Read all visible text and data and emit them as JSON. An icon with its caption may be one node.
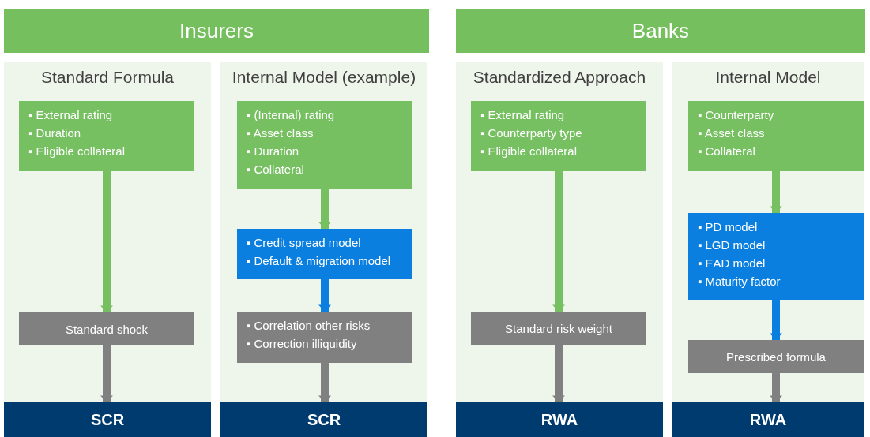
{
  "diagram": {
    "nodes": [
      {
        "text": [
          "Insurers"
        ]
      },
      {
        "text": [
          "Banks"
        ]
      },
      {
        "text": [
          "Standard Formula"
        ]
      },
      {
        "text": [
          "▪ External rating",
          "▪ Duration",
          "▪ Eligible collateral"
        ],
        "in": 2
      },
      {
        "text": [
          "Standard shock"
        ],
        "in": 2
      },
      {
        "text": [
          "SCR"
        ]
      },
      {
        "text": [
          "Internal Model (example)"
        ]
      },
      {
        "text": [
          "▪ (Internal) rating",
          "▪ Asset class",
          "▪ Duration",
          "▪ Collateral"
        ],
        "in": 6
      },
      {
        "text": [
          "▪ Credit spread model",
          "▪ Default & migration model"
        ],
        "in": 6
      },
      {
        "text": [
          "▪ Correlation other risks",
          "▪ Correction illiquidity"
        ],
        "in": 6
      },
      {
        "text": [
          "SCR"
        ]
      },
      {
        "text": [
          "Standardized Approach"
        ]
      },
      {
        "text": [
          "▪ External rating",
          "▪ Counterparty type",
          "▪ Eligible collateral"
        ],
        "in": 11
      },
      {
        "text": [
          "Standard risk weight"
        ],
        "in": 11
      },
      {
        "text": [
          "RWA"
        ]
      },
      {
        "text": [
          "Internal Model"
        ]
      },
      {
        "text": [
          "▪ Counterparty",
          "▪ Asset class",
          "▪ Collateral"
        ],
        "in": 15
      },
      {
        "text": [
          "▪ PD model",
          "▪ LGD model",
          "▪ EAD model",
          "▪ Maturity factor"
        ],
        "in": 15
      },
      {
        "text": [
          "Prescribed formula"
        ],
        "in": 15
      },
      {
        "text": [
          "RWA"
        ]
      }
    ],
    "edges": [
      {
        "from": 3,
        "to": 4,
        "arrow": "to",
        "color": "#77c062"
      },
      {
        "from": 4,
        "to": 5,
        "arrow": "to"
      },
      {
        "from": 7,
        "to": 8,
        "arrow": "to",
        "color": "#77c062"
      },
      {
        "from": 8,
        "to": 9,
        "arrow": "to",
        "color": "#0a7fe0"
      },
      {
        "from": 9,
        "to": 10,
        "arrow": "to"
      },
      {
        "from": 12,
        "to": 13,
        "arrow": "to",
        "color": "#77c062"
      },
      {
        "from": 13,
        "to": 14,
        "arrow": "to"
      },
      {
        "from": 16,
        "to": 17,
        "arrow": "to",
        "color": "#77c062"
      },
      {
        "from": 17,
        "to": 18,
        "arrow": "to",
        "color": "#0a7fe0"
      },
      {
        "from": 18,
        "to": 19,
        "arrow": "to"
      }
    ]
  }
}
